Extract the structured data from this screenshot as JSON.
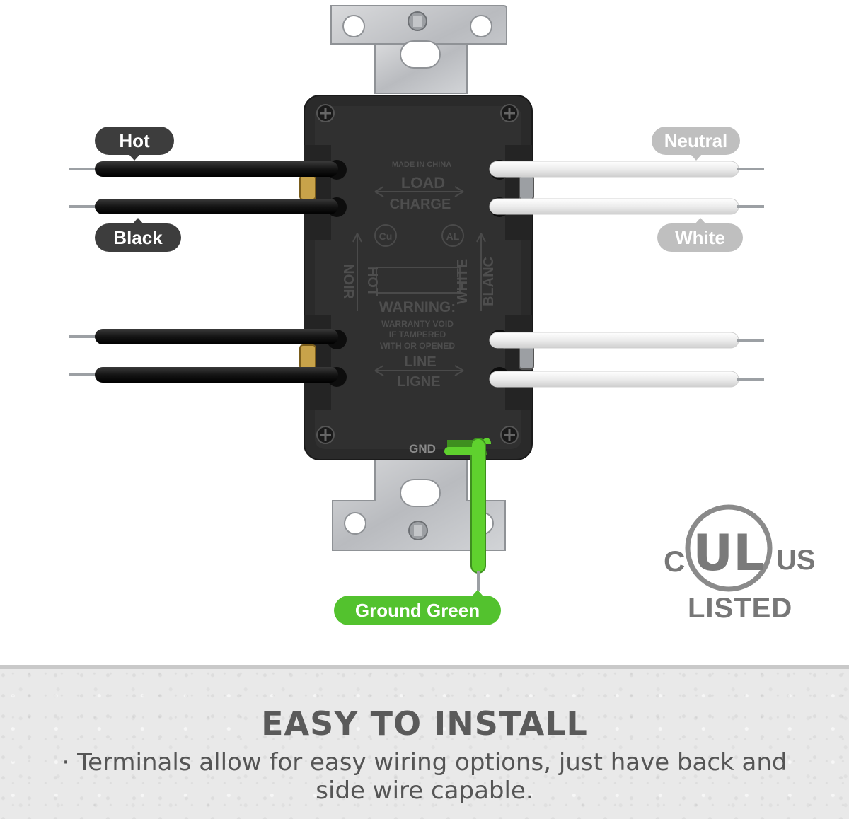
{
  "labels": {
    "hot": "Hot",
    "black": "Black",
    "neutral": "Neutral",
    "white": "White",
    "ground": "Ground Green"
  },
  "device_text": {
    "made_in": "MADE IN CHINA",
    "load": "LOAD",
    "charge": "CHARGE",
    "cu": "Cu",
    "al": "AL",
    "hot": "HOT",
    "noir": "NOIR",
    "white": "WHITE",
    "blanc": "BLANC",
    "warning": "WARNING:",
    "warranty_1": "WARRANTY VOID",
    "warranty_2": "IF TAMPERED",
    "warranty_3": "WITH OR OPENED",
    "line": "LINE",
    "ligne": "LIGNE",
    "gnd": "GND"
  },
  "certification": {
    "c": "C",
    "ul": "UL",
    "us": "US",
    "listed": "LISTED",
    "registered": "®"
  },
  "banner": {
    "title": "EASY TO INSTALL",
    "description": "· Terminals allow for easy wiring options, just have back and side wire capable."
  },
  "colors": {
    "hot_wire": "#1e1e1e",
    "neutral_wire": "#f1f1f1",
    "ground_wire": "#5fd12e",
    "housing": "#2a2a2a",
    "label_dark": "#3d3d3d",
    "label_light": "#bfbfbf",
    "label_green": "#53c22e"
  }
}
